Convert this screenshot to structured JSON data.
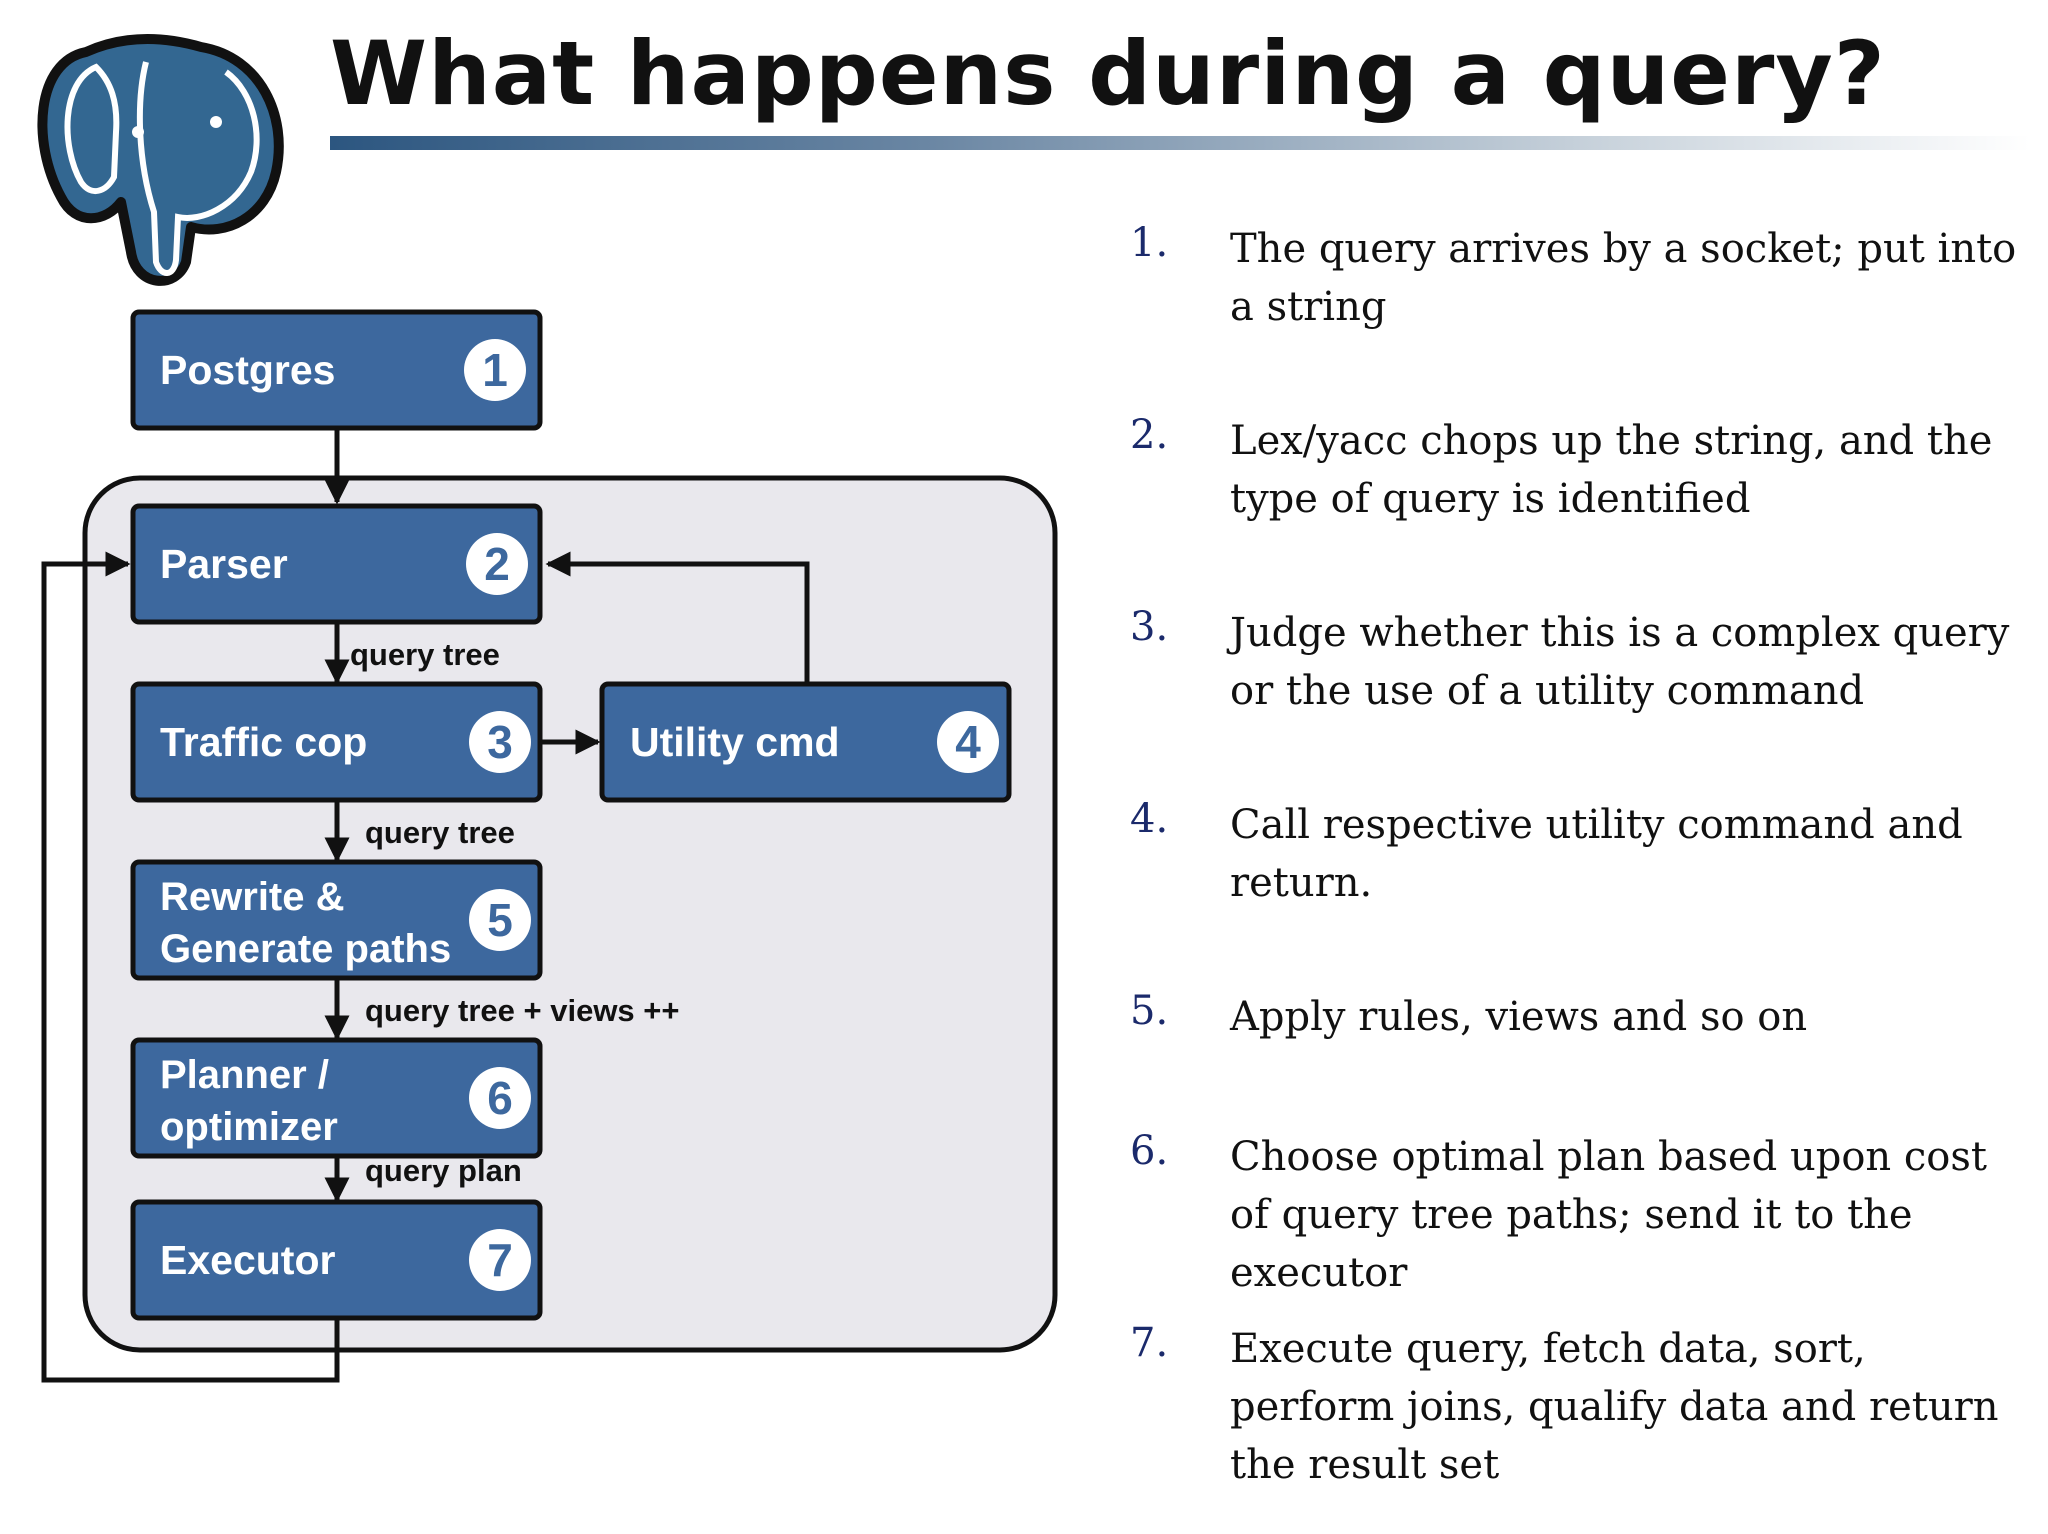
{
  "slide": {
    "title": "What happens during a query?",
    "logo": "postgresql-elephant-logo"
  },
  "diagram": {
    "nodes": [
      {
        "id": "postgres",
        "label": "Postgres",
        "number": "1"
      },
      {
        "id": "parser",
        "label": "Parser",
        "number": "2"
      },
      {
        "id": "traffic-cop",
        "label": "Traffic cop",
        "number": "3"
      },
      {
        "id": "utility-cmd",
        "label": "Utility cmd",
        "number": "4"
      },
      {
        "id": "rewrite",
        "label_lines": [
          "Rewrite &",
          "Generate paths"
        ],
        "number": "5"
      },
      {
        "id": "planner",
        "label_lines": [
          "Planner /",
          "optimizer"
        ],
        "number": "6"
      },
      {
        "id": "executor",
        "label": "Executor",
        "number": "7"
      }
    ],
    "edges": [
      {
        "from": "postgres",
        "to": "parser",
        "label": ""
      },
      {
        "from": "parser",
        "to": "traffic-cop",
        "label": "query tree"
      },
      {
        "from": "traffic-cop",
        "to": "utility-cmd",
        "label": ""
      },
      {
        "from": "utility-cmd",
        "to": "parser",
        "label": ""
      },
      {
        "from": "traffic-cop",
        "to": "rewrite",
        "label": "query tree"
      },
      {
        "from": "rewrite",
        "to": "planner",
        "label": "query tree + views ++"
      },
      {
        "from": "planner",
        "to": "executor",
        "label": "query plan"
      },
      {
        "from": "executor",
        "to": "parser",
        "label": ""
      }
    ],
    "colors": {
      "box_fill": "#3d689e",
      "box_border": "#111111",
      "group_fill": "#e9e8ed",
      "badge_fill": "#ffffff",
      "text": "#ffffff"
    }
  },
  "steps": [
    {
      "number": "1.",
      "text": "The query arrives by a socket; put into a string"
    },
    {
      "number": "2.",
      "text": "Lex/yacc chops up the string, and the type of query is identified"
    },
    {
      "number": "3.",
      "text": "Judge whether this is a complex query or the use of a utility command"
    },
    {
      "number": "4.",
      "text": "Call respective utility command and return."
    },
    {
      "number": "5.",
      "text": "Apply rules, views and so on"
    },
    {
      "number": "6.",
      "text": "Choose optimal plan based upon cost of query tree paths; send it to the executor"
    },
    {
      "number": "7.",
      "text": "Execute query, fetch data, sort, perform joins, qualify data and return the result set"
    }
  ]
}
